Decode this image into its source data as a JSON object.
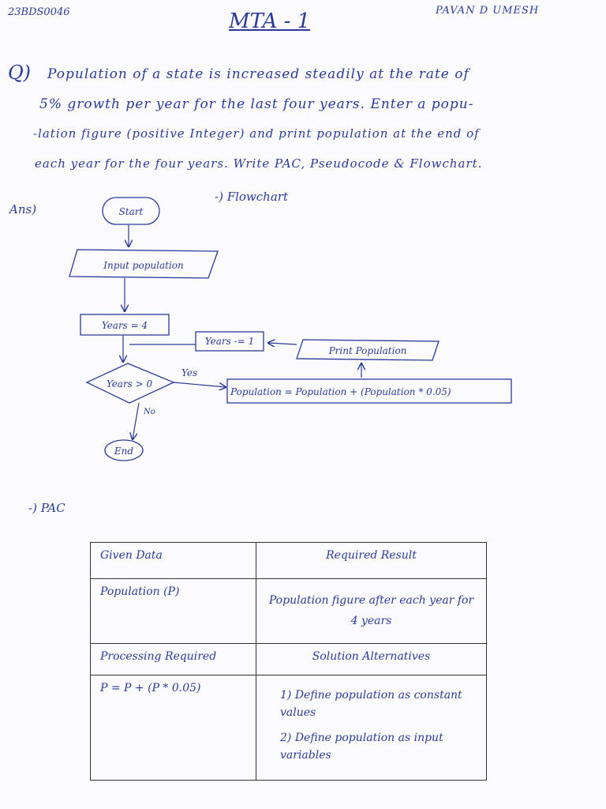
{
  "header": {
    "roll_no": "23BDS0046",
    "title": "MTA - 1",
    "name": "PAVAN D UMESH"
  },
  "question": {
    "label": "Q)",
    "lines": [
      "Population of a state is increased steadily at the rate of",
      "5% growth per year for the last four years. Enter a popu-",
      "-lation figure (positive Integer) and print population at the end of",
      "each year for the four years. Write PAC, Pseudocode & Flowchart."
    ]
  },
  "answer_label": "Ans)",
  "flowchart_heading": "-) Flowchart",
  "flowchart": {
    "start": "Start",
    "input": "Input population",
    "init": "Years = 4",
    "decision": "Years > 0",
    "yes": "Yes",
    "no": "No",
    "process": "Population = Population + (Population * 0.05)",
    "print": "Print Population",
    "decrement": "Years -= 1",
    "end": "End"
  },
  "pac_heading": "-) PAC",
  "pac": {
    "given_data_header": "Given Data",
    "required_result_header": "Required Result",
    "given_data_value": "Population (P)",
    "required_result_value": "Population figure after each year for 4 years",
    "processing_header": "Processing Required",
    "solution_header": "Solution Alternatives",
    "processing_value": "P = P + (P * 0.05)",
    "alternatives": [
      "1) Define population as constant values",
      "2) Define population as input variables"
    ]
  }
}
